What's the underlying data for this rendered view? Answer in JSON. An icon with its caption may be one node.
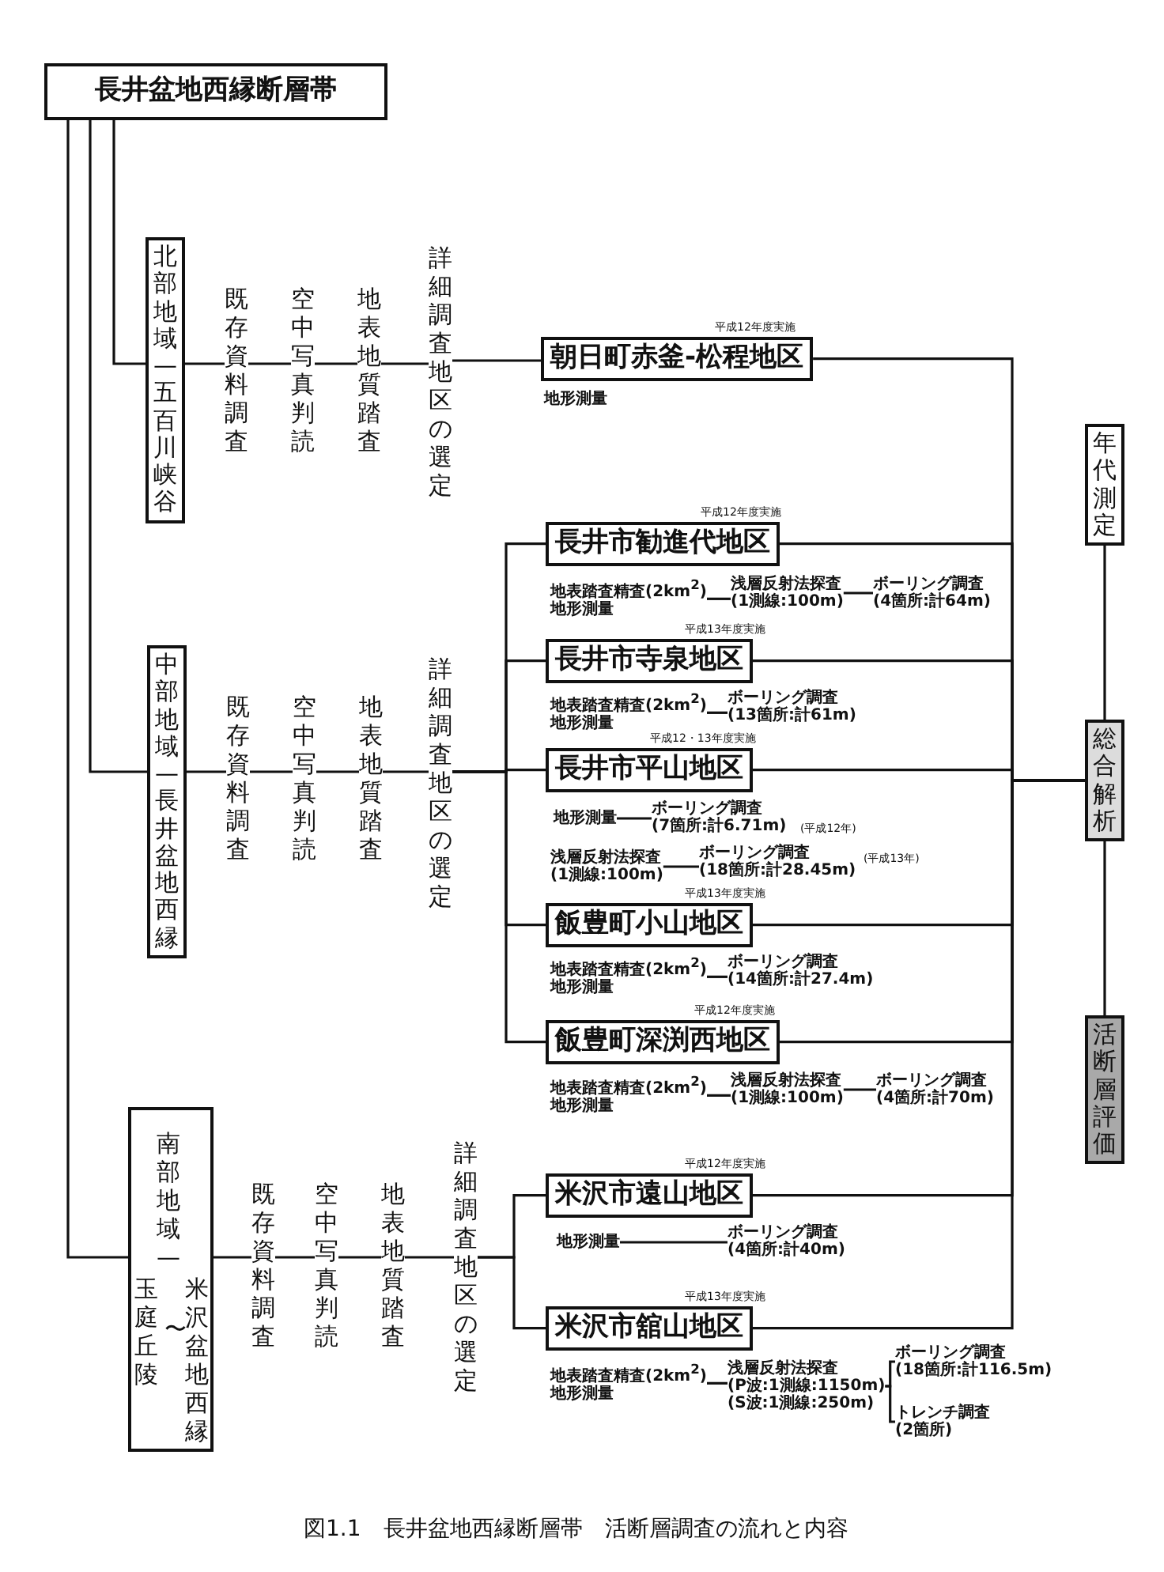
{
  "diagram": {
    "caption": "図1.1　長井盆地西縁断層帯　活断層調査の流れと内容",
    "nodes": [
      {
        "text": [
          "長井盆地西縁断層帯"
        ]
      },
      {
        "text": [
          "北部地域—五百川峡谷"
        ]
      },
      {
        "text": [
          "既存資料調査"
        ]
      },
      {
        "text": [
          "空中写真判読"
        ]
      },
      {
        "text": [
          "地表地質踏査"
        ]
      },
      {
        "text": [
          "詳細調査地区の選定"
        ]
      },
      {
        "text": [
          "朝日町赤釜-松程地区"
        ],
        "beside": [
          "平成12年度実施",
          "地形測量"
        ]
      },
      {
        "text": [
          "中部地域—長井盆地西縁"
        ]
      },
      {
        "text": [
          "既存資料調査"
        ]
      },
      {
        "text": [
          "空中写真判読"
        ]
      },
      {
        "text": [
          "地表地質踏査"
        ]
      },
      {
        "text": [
          "詳細調査地区の選定"
        ]
      },
      {
        "text": [
          "長井市勧進代地区"
        ],
        "beside": [
          "平成12年度実施"
        ]
      },
      {
        "text": [
          "地表踏査精査(2km$^{2}$)",
          "地形測量"
        ]
      },
      {
        "text": [
          "浅層反射法探査 (1測線:100m)"
        ]
      },
      {
        "text": [
          "ボーリング調査 (4箇所:計64m)"
        ]
      },
      {
        "text": [
          "長井市寺泉地区"
        ],
        "beside": [
          "平成13年度実施"
        ]
      },
      {
        "text": [
          "地表踏査精査(2km$^{2}$)",
          "地形測量"
        ]
      },
      {
        "text": [
          "ボーリング調査 (13箇所:計61m)"
        ]
      },
      {
        "text": [
          "長井市平山地区"
        ],
        "beside": [
          "平成12・13年度実施"
        ]
      },
      {
        "text": [
          "地形測量"
        ]
      },
      {
        "text": [
          "ボーリング調査 (7箇所:計6.71m)"
        ],
        "beside": [
          "(平成12年)"
        ]
      },
      {
        "text": [
          "浅層反射法探査 (1測線:100m)"
        ]
      },
      {
        "text": [
          "ボーリング調査 (18箇所:計28.45m)"
        ],
        "beside": [
          "(平成13年)"
        ]
      },
      {
        "text": [
          "飯豊町小山地区"
        ],
        "beside": [
          "平成13年度実施"
        ]
      },
      {
        "text": [
          "地表踏査精査(2km$^{2}$)",
          "地形測量"
        ]
      },
      {
        "text": [
          "ボーリング調査 (14箇所:計27.4m)"
        ]
      },
      {
        "text": [
          "飯豊町深渕西地区"
        ],
        "beside": [
          "平成12年度実施"
        ]
      },
      {
        "text": [
          "地表踏査精査(2km$^{2}$)",
          "地形測量"
        ]
      },
      {
        "text": [
          "浅層反射法探査 (1測線:100m)"
        ]
      },
      {
        "text": [
          "ボーリング調査 (4箇所:計70m)"
        ]
      },
      {
        "text": [
          "南部地域—",
          "米沢盆地西縁",
          "〜",
          "玉庭丘陵"
        ]
      },
      {
        "text": [
          "既存資料調査"
        ]
      },
      {
        "text": [
          "空中写真判読"
        ]
      },
      {
        "text": [
          "地表地質踏査"
        ]
      },
      {
        "text": [
          "詳細調査地区の選定"
        ]
      },
      {
        "text": [
          "米沢市遠山地区"
        ],
        "beside": [
          "平成12年度実施"
        ]
      },
      {
        "text": [
          "地形測量"
        ]
      },
      {
        "text": [
          "ボーリング調査 (4箇所:計40m)"
        ]
      },
      {
        "text": [
          "米沢市舘山地区"
        ],
        "beside": [
          "平成13年度実施"
        ]
      },
      {
        "text": [
          "地表踏査精査(2km$^{2}$)",
          "地形測量"
        ]
      },
      {
        "text": [
          "浅層反射法探査 (P波:1測線:1150m) (S波:1測線:250m)"
        ]
      },
      {
        "text": [
          "ボーリング調査 (18箇所:計116.5m)"
        ]
      },
      {
        "text": [
          "トレンチ調査 (2箇所)"
        ]
      },
      {
        "text": [
          "年代測定"
        ]
      },
      {
        "text": [
          "総合解析"
        ]
      },
      {
        "text": [
          "活断層評価"
        ]
      }
    ],
    "edges": [
      {
        "from": 0,
        "to": 1,
        "arrow": "none"
      },
      {
        "from": 0,
        "to": 7,
        "arrow": "none"
      },
      {
        "from": 0,
        "to": 31,
        "arrow": "none"
      },
      {
        "from": 1,
        "to": 2,
        "arrow": "none"
      },
      {
        "from": 2,
        "to": 3,
        "arrow": "none"
      },
      {
        "from": 3,
        "to": 4,
        "arrow": "none"
      },
      {
        "from": 4,
        "to": 5,
        "arrow": "none"
      },
      {
        "from": 5,
        "to": 6,
        "arrow": "none"
      },
      {
        "from": 7,
        "to": 8,
        "arrow": "none"
      },
      {
        "from": 8,
        "to": 9,
        "arrow": "none"
      },
      {
        "from": 9,
        "to": 10,
        "arrow": "none"
      },
      {
        "from": 10,
        "to": 11,
        "arrow": "none"
      },
      {
        "from": 11,
        "to": 12,
        "arrow": "none"
      },
      {
        "from": 11,
        "to": 16,
        "arrow": "none"
      },
      {
        "from": 11,
        "to": 19,
        "arrow": "none"
      },
      {
        "from": 11,
        "to": 24,
        "arrow": "none"
      },
      {
        "from": 11,
        "to": 27,
        "arrow": "none"
      },
      {
        "from": 13,
        "to": 14,
        "arrow": "none"
      },
      {
        "from": 14,
        "to": 15,
        "arrow": "none"
      },
      {
        "from": 17,
        "to": 18,
        "arrow": "none"
      },
      {
        "from": 20,
        "to": 21,
        "arrow": "none"
      },
      {
        "from": 22,
        "to": 23,
        "arrow": "none"
      },
      {
        "from": 25,
        "to": 26,
        "arrow": "none"
      },
      {
        "from": 28,
        "to": 29,
        "arrow": "none"
      },
      {
        "from": 29,
        "to": 30,
        "arrow": "none"
      },
      {
        "from": 31,
        "to": 32,
        "arrow": "none"
      },
      {
        "from": 32,
        "to": 33,
        "arrow": "none"
      },
      {
        "from": 33,
        "to": 34,
        "arrow": "none"
      },
      {
        "from": 34,
        "to": 35,
        "arrow": "none"
      },
      {
        "from": 35,
        "to": 36,
        "arrow": "none"
      },
      {
        "from": 35,
        "to": 39,
        "arrow": "none"
      },
      {
        "from": 37,
        "to": 38,
        "arrow": "none"
      },
      {
        "from": 40,
        "to": 41,
        "arrow": "none"
      },
      {
        "from": 41,
        "to": 42,
        "arrow": "none"
      },
      {
        "from": 41,
        "to": 43,
        "arrow": "none"
      },
      {
        "from": 6,
        "to": 45,
        "arrow": "none"
      },
      {
        "from": 12,
        "to": 45,
        "arrow": "none"
      },
      {
        "from": 16,
        "to": 45,
        "arrow": "none"
      },
      {
        "from": 19,
        "to": 45,
        "arrow": "none"
      },
      {
        "from": 24,
        "to": 45,
        "arrow": "none"
      },
      {
        "from": 27,
        "to": 45,
        "arrow": "none"
      },
      {
        "from": 36,
        "to": 45,
        "arrow": "none"
      },
      {
        "from": 39,
        "to": 45,
        "arrow": "none"
      },
      {
        "from": 44,
        "to": 45,
        "arrow": "none"
      },
      {
        "from": 45,
        "to": 46,
        "arrow": "none"
      }
    ]
  }
}
